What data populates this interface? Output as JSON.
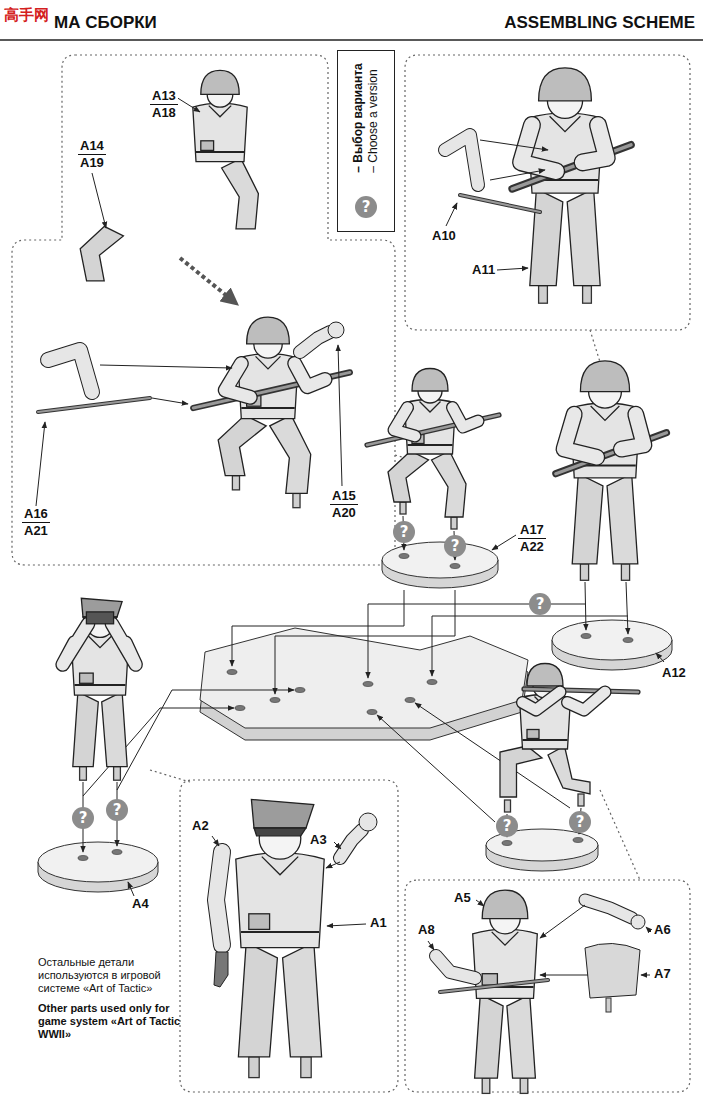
{
  "diagram": {
    "title": "ASSEMBLING SCHEME",
    "nodes": [
      {
        "text": [
          "– Выбор варианта",
          "– Choose a version"
        ]
      }
    ],
    "labels": [
      "高手网",
      "МА СБОРКИ",
      "A13",
      "A18",
      "A14",
      "A19",
      "?",
      "A10",
      "A11",
      "A16",
      "A21",
      "A15",
      "A20",
      "?",
      "?",
      "A17",
      "A22",
      "?",
      "A12",
      "?",
      "?",
      "A2",
      "A3",
      "A1",
      "?",
      "?",
      "A4",
      "A5",
      "A6",
      "A8",
      "A7",
      "Остальные детали используются в игровой системе «Art of Tactic»",
      "Other parts used only for game system «Art of Tactic WWII»"
    ]
  }
}
